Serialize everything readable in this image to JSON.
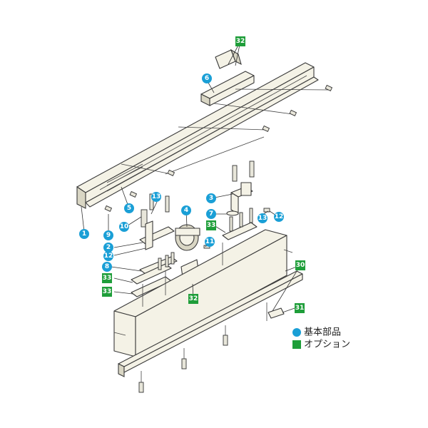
{
  "colors": {
    "basic": "#1a9fd6",
    "option": "#1f9e3a"
  },
  "callouts": {
    "c1": "1",
    "c2": "2",
    "c3": "3",
    "c4": "4",
    "c5": "5",
    "c6": "6",
    "c7": "7",
    "c8": "8",
    "c9": "9",
    "c10": "10",
    "c11": "11",
    "c12a": "12",
    "c12b": "12",
    "c13a": "13",
    "c13b": "13",
    "c30": "30",
    "c31": "31",
    "c32a": "32",
    "c32b": "32",
    "c33a": "33",
    "c33b": "33",
    "c33c": "33"
  },
  "legend": {
    "basic_label": "基本部品",
    "option_label": "オプション"
  }
}
